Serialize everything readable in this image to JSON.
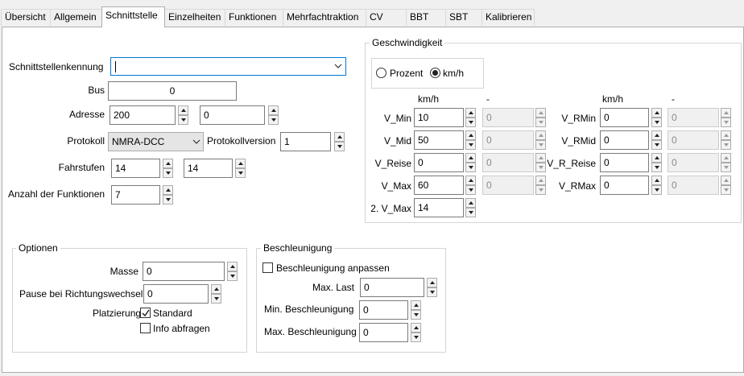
{
  "tabs": [
    "Übersicht",
    "Allgemein",
    "Schnittstelle",
    "Einzelheiten",
    "Funktionen",
    "Mehrfachtraktion",
    "CV",
    "BBT",
    "SBT",
    "Kalibrieren"
  ],
  "interface": {
    "kennung_label": "Schnittstellenkennung",
    "kennung_value": "",
    "bus_label": "Bus",
    "bus_value": "0",
    "adresse_label": "Adresse",
    "adresse_value1": "200",
    "adresse_value2": "0",
    "protokoll_label": "Protokoll",
    "protokoll_value": "NMRA-DCC",
    "protokollversion_label": "Protokollversion",
    "protokollversion_value": "1",
    "fahrstufen_label": "Fahrstufen",
    "fahrstufen_value1": "14",
    "fahrstufen_value2": "14",
    "funktionen_label": "Anzahl der Funktionen",
    "funktionen_value": "7"
  },
  "speed": {
    "title": "Geschwindigkeit",
    "prozent_label": "Prozent",
    "kmh_label": "km/h",
    "unit_selected": "km/h",
    "col_kmh": "km/h",
    "col_dash": "-",
    "col_r_kmh": "km/h",
    "col_r_dash": "-",
    "left_rows": [
      {
        "label": "V_Min",
        "value": "10",
        "alt": "0"
      },
      {
        "label": "V_Mid",
        "value": "50",
        "alt": "0"
      },
      {
        "label": "V_Reise",
        "value": "0",
        "alt": "0"
      },
      {
        "label": "V_Max",
        "value": "60",
        "alt": "0"
      },
      {
        "label": "2. V_Max",
        "value": "14"
      }
    ],
    "right_rows": [
      {
        "label": "V_RMin",
        "value": "0",
        "alt": "0"
      },
      {
        "label": "V_RMid",
        "value": "0",
        "alt": "0"
      },
      {
        "label": "V_R_Reise",
        "value": "0",
        "alt": "0"
      },
      {
        "label": "V_RMax",
        "value": "0",
        "alt": "0"
      }
    ]
  },
  "options": {
    "title": "Optionen",
    "masse_label": "Masse",
    "masse_value": "0",
    "pause_label": "Pause bei Richtungswechsel",
    "pause_value": "0",
    "platzierung_label": "Platzierung",
    "standard_label": "Standard",
    "standard_checked": true,
    "info_label": "Info abfragen",
    "info_checked": false
  },
  "accel": {
    "title": "Beschleunigung",
    "anpassen_label": "Beschleunigung anpassen",
    "anpassen_checked": false,
    "maxlast_label": "Max. Last",
    "maxlast_value": "0",
    "min_label": "Min. Beschleunigung",
    "min_value": "0",
    "max_label": "Max. Beschleunigung",
    "max_value": "0"
  }
}
